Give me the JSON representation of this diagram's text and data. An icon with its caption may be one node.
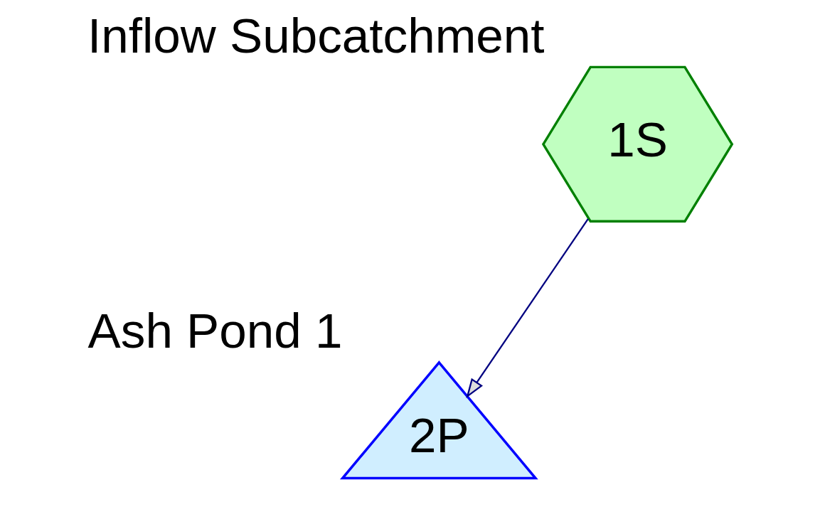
{
  "diagram": {
    "nodes": [
      {
        "text": [
          "1S"
        ],
        "beside": [
          "Inflow Subcatchment"
        ]
      },
      {
        "text": [
          "2P"
        ],
        "beside": [
          "Ash Pond 1"
        ]
      }
    ],
    "edges": [
      {
        "from": 0,
        "to": 1,
        "arrow": "to",
        "color": "#000080"
      }
    ]
  }
}
